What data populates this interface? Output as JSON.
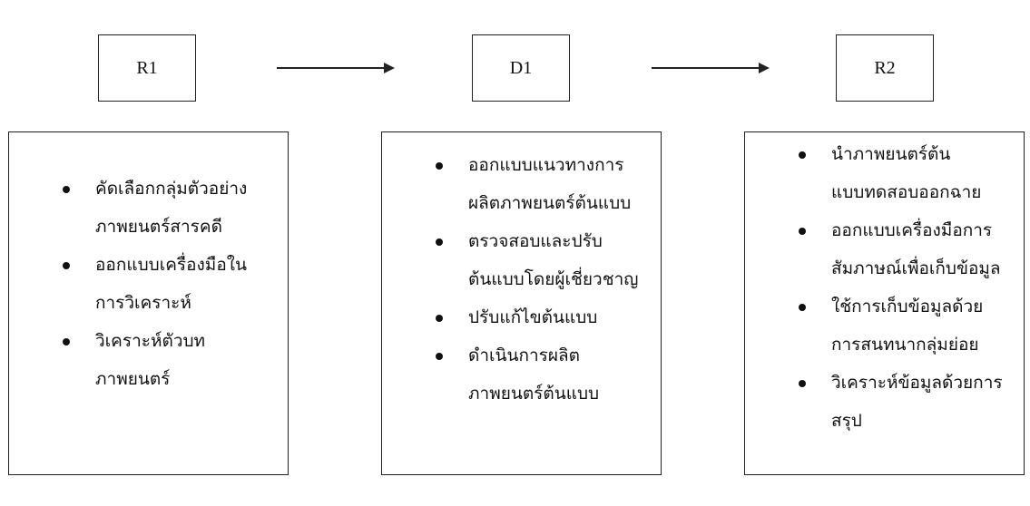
{
  "stages": [
    "R1",
    "D1",
    "R2"
  ],
  "boxes": [
    {
      "items": [
        {
          "lines": [
            "คัดเลือกกลุ่มตัวอย่าง",
            "ภาพยนตร์สารคดี"
          ]
        },
        {
          "lines": [
            "ออกแบบเครื่องมือใน",
            "การวิเคราะห์"
          ]
        },
        {
          "lines": [
            "วิเคราะห์ตัวบท",
            "ภาพยนตร์"
          ]
        }
      ]
    },
    {
      "items": [
        {
          "lines": [
            "ออกแบบแนวทางการ",
            "ผลิตภาพยนตร์ต้นแบบ"
          ]
        },
        {
          "lines": [
            "ตรวจสอบและปรับ",
            "ต้นแบบโดยผู้เชี่ยวชาญ"
          ]
        },
        {
          "lines": [
            "ปรับแก้ไขต้นแบบ"
          ]
        },
        {
          "lines": [
            "ดำเนินการผลิต",
            "ภาพยนตร์ต้นแบบ"
          ]
        }
      ]
    },
    {
      "items": [
        {
          "lines": [
            "นำภาพยนตร์ต้น",
            "แบบทดสอบออกฉาย"
          ]
        },
        {
          "lines": [
            "ออกแบบเครื่องมือการ",
            "สัมภาษณ์เพื่อเก็บข้อมูล"
          ]
        },
        {
          "lines": [
            "ใช้การเก็บข้อมูลด้วย",
            "การสนทนากลุ่มย่อย"
          ]
        },
        {
          "lines": [
            "วิเคราะห์ข้อมูลด้วยการ",
            "สรุป"
          ]
        }
      ]
    }
  ]
}
